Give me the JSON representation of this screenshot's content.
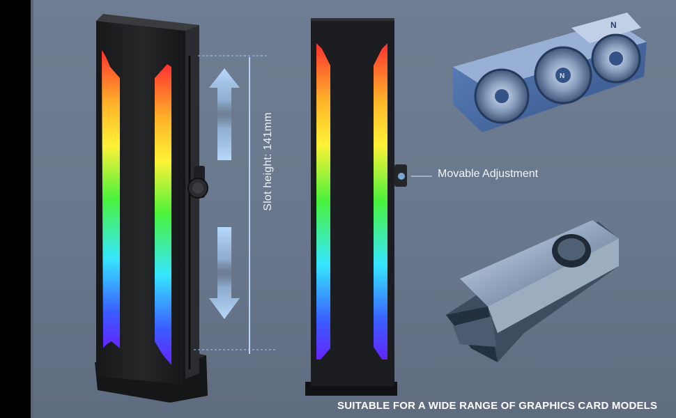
{
  "labels": {
    "slot_height": "Slot height: 141mm",
    "movable_adjustment": "Movable Adjustment",
    "caption": "SUITABLE FOR A WIDE RANGE OF GRAPHICS CARD MODELS"
  },
  "gpu_top": {
    "brand_mark": "N",
    "fan_mark": "N"
  },
  "colors": {
    "background": "#6d7b90",
    "bracket": "#1b1c1f",
    "arrow": "#a9cdf2",
    "guide_line": "#a8cdf5",
    "rgb": [
      "#ff3b2f",
      "#ffe833",
      "#4dff3a",
      "#36e8ff",
      "#3d5cff",
      "#6a2bff"
    ]
  },
  "icons": [
    "up-arrow-icon",
    "down-arrow-icon",
    "adjustment-knob-icon"
  ]
}
